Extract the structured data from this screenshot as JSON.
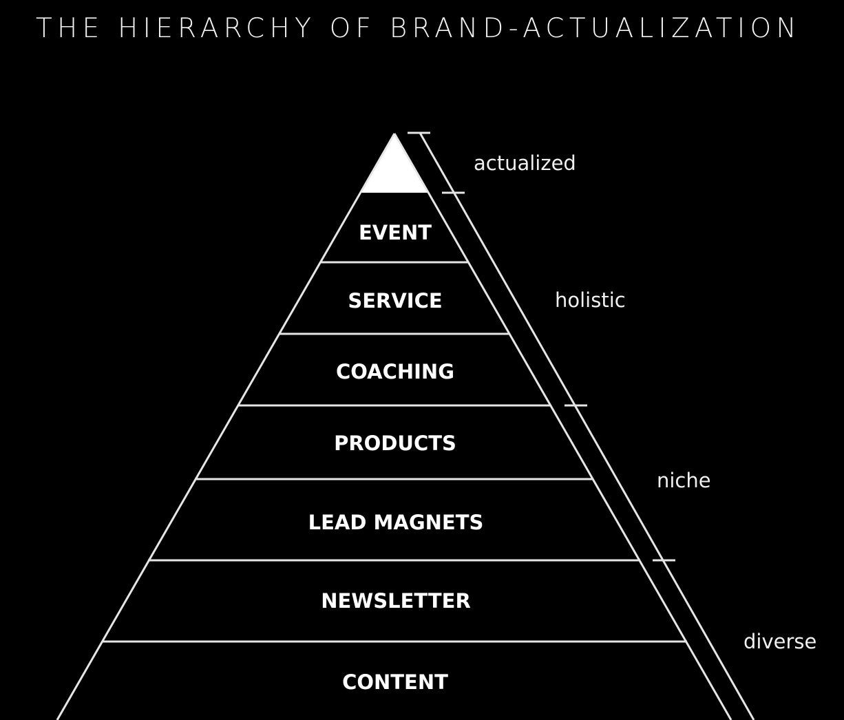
{
  "title": "THE HIERARCHY OF BRAND-ACTUALIZATION",
  "tiers": [
    {
      "label": "EVENT"
    },
    {
      "label": "SERVICE"
    },
    {
      "label": "COACHING"
    },
    {
      "label": "PRODUCTS"
    },
    {
      "label": "LEAD MAGNETS"
    },
    {
      "label": "NEWSLETTER"
    },
    {
      "label": "CONTENT"
    }
  ],
  "side_labels": [
    {
      "label": "actualized"
    },
    {
      "label": "holistic"
    },
    {
      "label": "niche"
    },
    {
      "label": "diverse"
    }
  ],
  "colors": {
    "background": "#000000",
    "lines": "#e6e6e6",
    "apex_fill": "#ffffff",
    "text": "#ffffff"
  }
}
